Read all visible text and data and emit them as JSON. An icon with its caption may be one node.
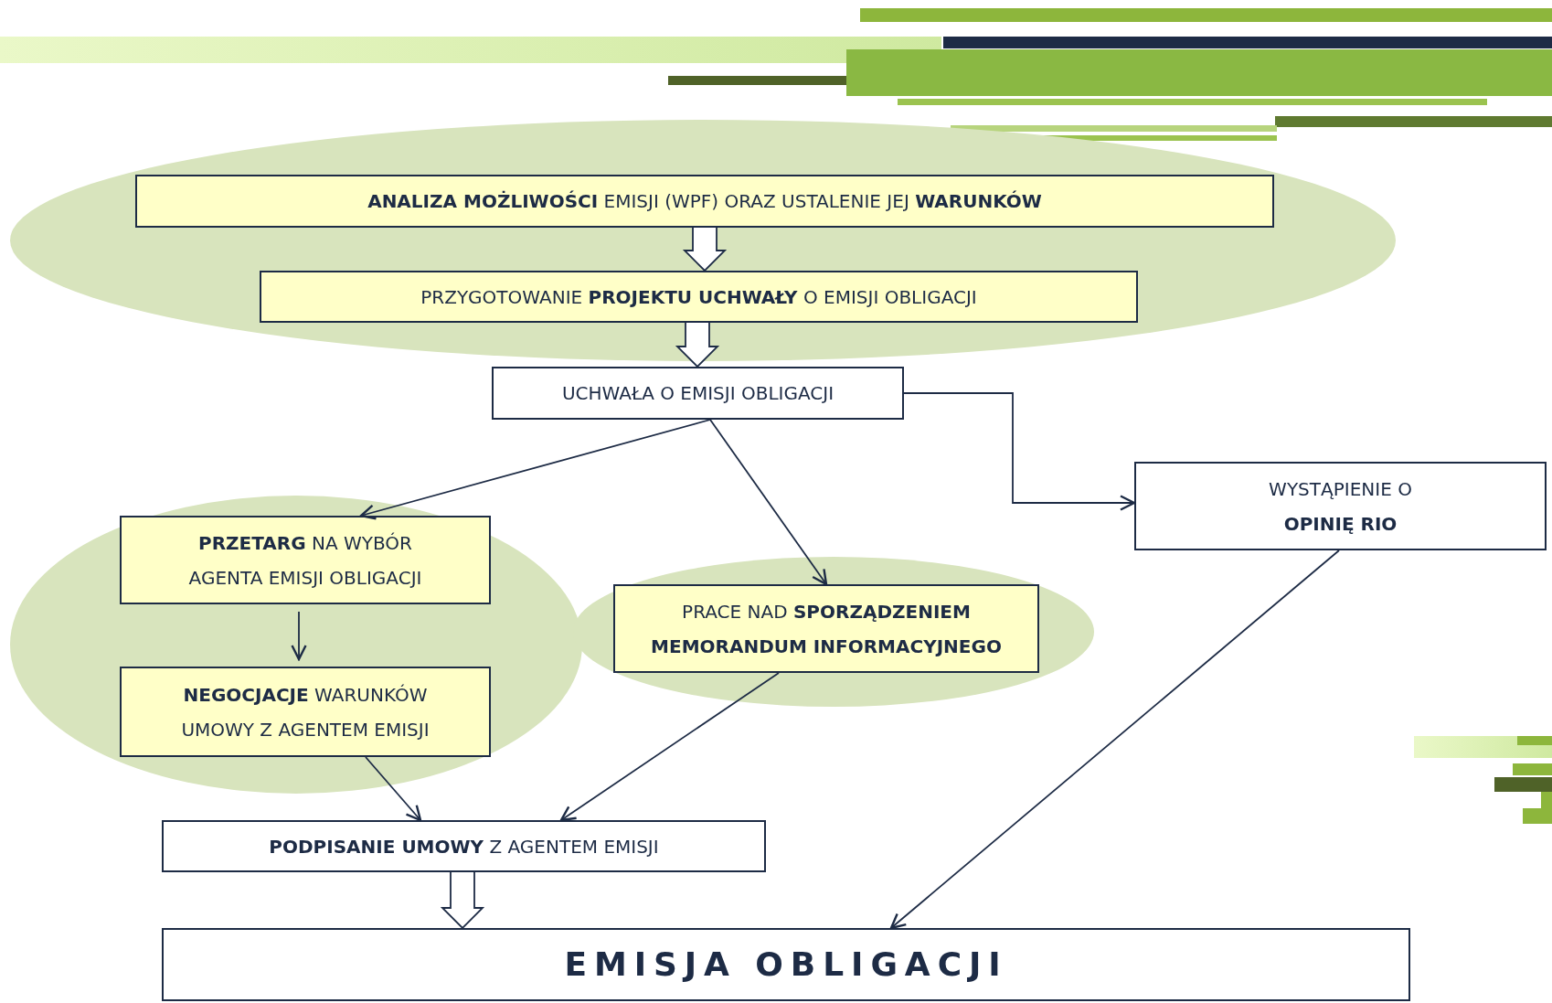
{
  "diagram": {
    "nodes": [
      {
        "text": [],
        "shape": "ellipse"
      },
      {
        "text": [
          "**ANALIZA MOŻLIWOŚCI** EMISJI (WPF) ORAZ USTALENIE JEJ **WARUNKÓW**"
        ],
        "in": 0
      },
      {
        "text": [
          "PRZYGOTOWANIE **PROJEKTU UCHWAŁY** O EMISJI OBLIGACJI"
        ],
        "in": 0
      },
      {
        "text": [
          "UCHWAŁA O EMISJI OBLIGACJI"
        ]
      },
      {
        "text": [],
        "shape": "ellipse"
      },
      {
        "text": [
          "**PRZETARG** NA WYBÓR AGENTA EMISJI OBLIGACJI"
        ],
        "in": 4
      },
      {
        "text": [
          "**NEGOCJACJE** WARUNKÓW UMOWY Z AGENTEM EMISJI"
        ],
        "in": 4
      },
      {
        "text": [],
        "shape": "ellipse"
      },
      {
        "text": [
          "PRACE NAD **SPORZĄDZENIEM MEMORANDUM INFORMACYJNEGO**"
        ],
        "in": 7
      },
      {
        "text": [
          "WYSTĄPIENIE O **OPINIĘ RIO**"
        ]
      },
      {
        "text": [
          "**PODPISANIE UMOWY** Z AGENTEM EMISJI"
        ]
      },
      {
        "text": [
          "EMISJA OBLIGACJI"
        ]
      }
    ],
    "edges": [
      {
        "from": 1,
        "to": 2,
        "arrow": "to"
      },
      {
        "from": 2,
        "to": 3,
        "arrow": "to"
      },
      {
        "from": 3,
        "to": 5,
        "arrow": "to"
      },
      {
        "from": 3,
        "to": 8,
        "arrow": "to"
      },
      {
        "from": 3,
        "to": 9,
        "arrow": "to"
      },
      {
        "from": 5,
        "to": 6,
        "arrow": "to"
      },
      {
        "from": 6,
        "to": 10,
        "arrow": "to"
      },
      {
        "from": 8,
        "to": 10,
        "arrow": "to"
      },
      {
        "from": 9,
        "to": 11,
        "arrow": "to"
      },
      {
        "from": 10,
        "to": 11,
        "arrow": "to"
      }
    ]
  }
}
